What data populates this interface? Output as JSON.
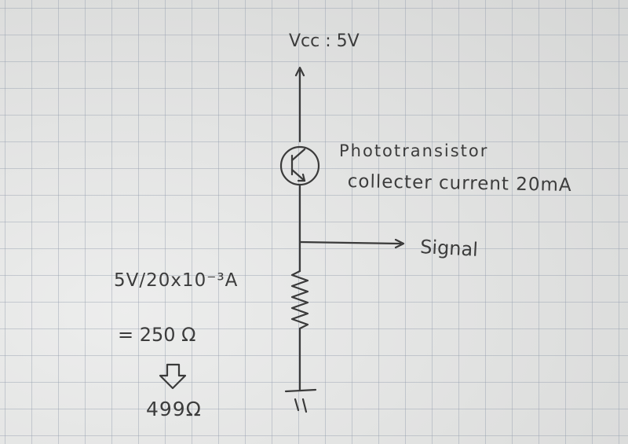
{
  "circuit": {
    "vcc_label": "Vcc : 5V",
    "component_name": "Phototransistor",
    "component_spec": "collecter current 20mA",
    "output_label": "Signal"
  },
  "calculation": {
    "formula_line": "5V/20x10⁻³A",
    "result_line": "= 250 Ω",
    "chosen_value": "499Ω"
  },
  "colors": {
    "ink": "#3c3c3c",
    "paper": "#e3e4e3",
    "grid": "#96a0af"
  }
}
